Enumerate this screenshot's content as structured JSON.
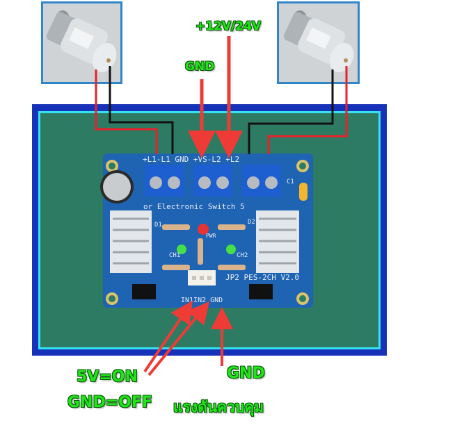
{
  "labels": {
    "supply": "+12V/24V",
    "gnd_top": "GND",
    "on": "5V=ON",
    "off": "GND=OFF",
    "gnd_bottom": "GND",
    "thai": "แรงดันควบคุม"
  },
  "pcb": {
    "terminals": "+L1-L1  GND +VS-L2 +L2",
    "title": "or Electronic Switch 5",
    "model": "JP2 PES-2CH V2.0",
    "inputs": "IN1IN2 GND",
    "c1": "C1",
    "d1": "D1",
    "d2": "D2",
    "ch1": "CH1",
    "ch2": "CH2",
    "pwr": "PWR"
  },
  "colors": {
    "label_green": "#22e41a",
    "arrow_red": "#ef3b36",
    "frame_blue": "#1632b8",
    "frame_cyan": "#34e3ef",
    "pcb_blue": "#1f63b3",
    "terminal_blue": "#1d5fd0"
  }
}
